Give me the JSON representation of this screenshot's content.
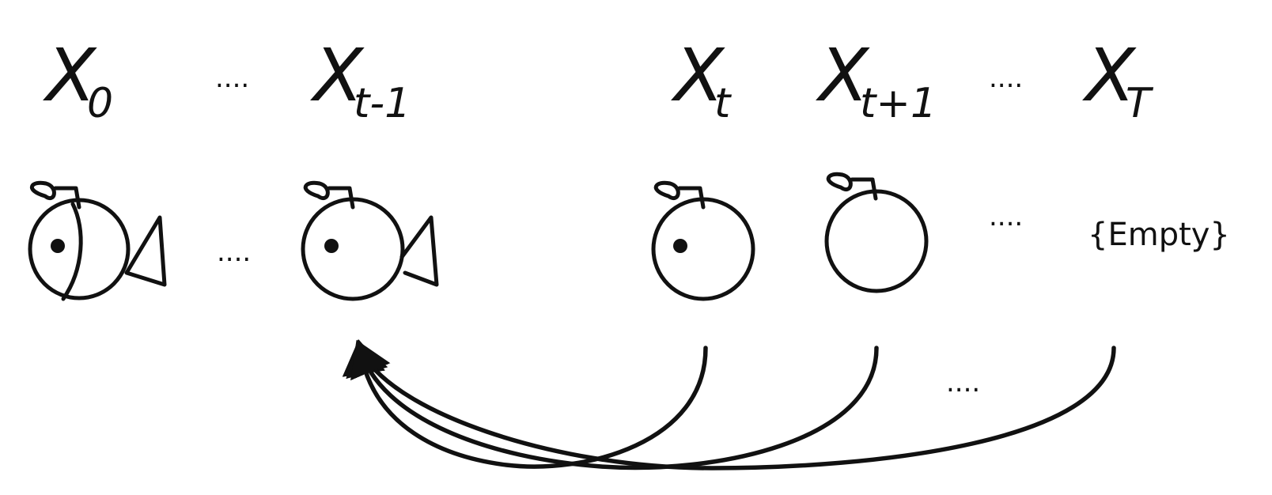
{
  "labels": {
    "x0": {
      "base": "X",
      "sub": "0"
    },
    "xt_minus_1": {
      "base": "X",
      "sub": "t-1"
    },
    "xt": {
      "base": "X",
      "sub": "t"
    },
    "xt_plus_1": {
      "base": "X",
      "sub": "t+1"
    },
    "xT": {
      "base": "X",
      "sub": "T"
    }
  },
  "ellipsis": "....",
  "empty_label": "{Empty}",
  "colors": {
    "stroke": "#111111",
    "background": "#ffffff"
  }
}
